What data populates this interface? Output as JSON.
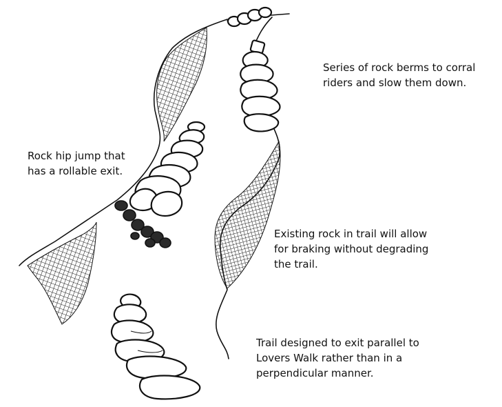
{
  "annotations": {
    "rock_berms": "Series of rock berms to corral\nriders and slow them down.",
    "hip_jump": "Rock hip jump that\nhas a rollable exit.",
    "existing_rock": "Existing rock in trail will allow\nfor braking without degrading\nthe trail.",
    "trail_exit": "Trail designed to exit parallel to\nLovers Walk rather than in a\nperpendicular manner."
  },
  "colors": {
    "ink": "#111111",
    "paper": "#ffffff",
    "hatch": "#1a1a1a"
  }
}
